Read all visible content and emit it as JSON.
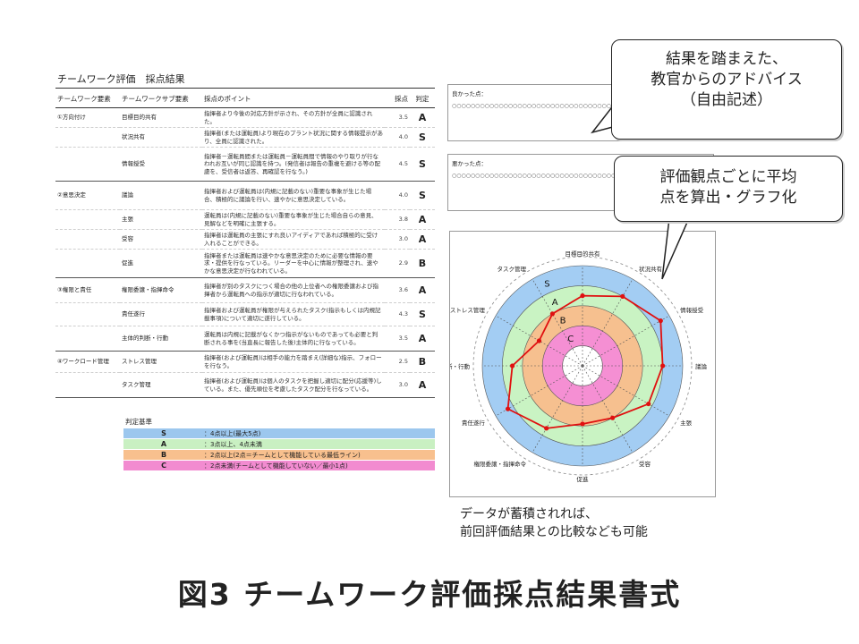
{
  "sheet": {
    "title": "チームワーク評価　採点結果",
    "headers": [
      "チームワーク要素",
      "チームワークサブ要素",
      "採点のポイント",
      "採点",
      "判定"
    ],
    "rows": [
      {
        "cat": "①方向付け",
        "sub": "目標目的共有",
        "desc": "指揮者より今後の対応方針が示され、その方針が全員に認識された。",
        "pt": "3.5",
        "gr": "A"
      },
      {
        "cat": "",
        "sub": "状況共有",
        "desc": "指揮者(または運転員)より現在のプラント状況に関する情報提示があり、全員に認識された。",
        "pt": "4.0",
        "gr": "S"
      },
      {
        "cat": "",
        "sub": "情報授受",
        "desc": "指揮者－運転員間または運転員－運転員間で情報のやり取りが行なわれお互いが同じ認識を持つ。(発信者は報告の重複を避ける等の配慮を、受信者は返答、再確認を行なう。)",
        "pt": "4.5",
        "gr": "S"
      },
      {
        "cat": "②意思決定",
        "sub": "議論",
        "desc": "指揮者および運転員は(内規に記載のない)重要な事象が生じた場合、積極的に議論を行い、速やかに意思決定している。",
        "pt": "4.0",
        "gr": "S"
      },
      {
        "cat": "",
        "sub": "主張",
        "desc": "運転員は(内規に記載のない)重要な事象が生じた場合自らの意見、見解などを明確に主張する。",
        "pt": "3.8",
        "gr": "A"
      },
      {
        "cat": "",
        "sub": "受容",
        "desc": "指揮者は運転員の主張にすれ良いアイディアであれば積極的に受け入れることができる。",
        "pt": "3.0",
        "gr": "A"
      },
      {
        "cat": "",
        "sub": "促進",
        "desc": "指揮者または運転員は速やかな意思決定のために必要な情報の要求・提供を行なっている。リーダーを中心に情報が整理され、速やかな意思決定が行なわれている。",
        "pt": "2.9",
        "gr": "B"
      },
      {
        "cat": "③権限と責任",
        "sub": "権限委譲・指揮命令",
        "desc": "指揮者が別のタスクにつく場合の他の上位者への権限委譲および指揮者から運転員への指示が適切に行なわれている。",
        "pt": "3.6",
        "gr": "A"
      },
      {
        "cat": "",
        "sub": "責任遂行",
        "desc": "指揮者および運転員が権限が与えられたタスク(指示もしくは内規記載事項)について適切に遂行している。",
        "pt": "4.3",
        "gr": "S"
      },
      {
        "cat": "",
        "sub": "主体的判断・行動",
        "desc": "運転員は内規に記載がなくかつ指示がないものであっても必要と判断される事を(当直長に報告した後)主体的に行なっている。",
        "pt": "3.5",
        "gr": "A"
      },
      {
        "cat": "④ワークロード管理",
        "sub": "ストレス管理",
        "desc": "指揮者(および運転員)は相手の能力を踏まえ(詳細な)指示、フォローを行なう。",
        "pt": "2.5",
        "gr": "B"
      },
      {
        "cat": "",
        "sub": "タスク管理",
        "desc": "指揮者(および運転員)は個人のタスクを把握し適切に配分(応援等)している。また、優先順位を考慮したタスク配分を行なっている。",
        "pt": "3.0",
        "gr": "A"
      }
    ],
    "criteria_title": "判定基準",
    "criteria": [
      {
        "level": "S",
        "text": "：4点以上(最大5点)",
        "color": "#9cc7ee"
      },
      {
        "level": "A",
        "text": "：3点以上、4点未満",
        "color": "#c9f0c2"
      },
      {
        "level": "B",
        "text": "：2点以上(2点＝チームとして機能している最低ライン)",
        "color": "#f8c08e"
      },
      {
        "level": "C",
        "text": "：2点未満(チームとして機能していない／最小1点)",
        "color": "#f28bd0"
      }
    ]
  },
  "comments": {
    "good_label": "良かった点：",
    "bad_label": "悪かった点：",
    "placeholder": "○○○○○○○○○○○○○○○○○○○○○○○○○○○○○○○○○○○○○○○○○○○○○○○○○○○○○"
  },
  "chart_data": {
    "type": "radar",
    "axes": [
      "目標目的共有",
      "状況共有",
      "情報授受",
      "議論",
      "主張",
      "受容",
      "促進",
      "権限委譲・指揮命令",
      "責任遂行",
      "主体的判断・行動",
      "ストレス管理",
      "タスク管理"
    ],
    "values": [
      3.5,
      4.0,
      4.5,
      4.0,
      3.8,
      3.0,
      2.9,
      3.6,
      4.3,
      3.5,
      2.5,
      3.0
    ],
    "max": 5,
    "bands": [
      {
        "label": "S",
        "from": 4,
        "to": 5,
        "color": "#a3cdf3"
      },
      {
        "label": "A",
        "from": 3,
        "to": 4,
        "color": "#c9f3c3"
      },
      {
        "label": "B",
        "from": 2,
        "to": 3,
        "color": "#f6c08f"
      },
      {
        "label": "C",
        "from": 1,
        "to": 2,
        "color": "#f58fd3"
      }
    ],
    "series_color": "#e01010"
  },
  "callouts": {
    "advice": "結果を踏まえた、\n教官からのアドバイス\n（自由記述）",
    "average": "評価観点ごとに平均\n点を算出・グラフ化"
  },
  "note": "データが蓄積されれば、\n前回評価結果との比較なども可能",
  "caption": "図3  チームワーク評価採点結果書式"
}
